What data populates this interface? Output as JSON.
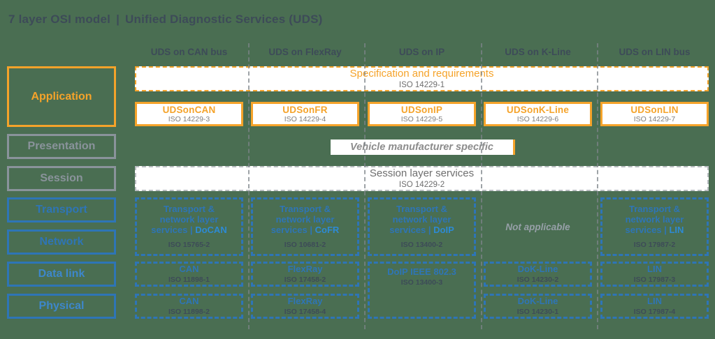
{
  "title": {
    "left": "7 layer OSI model",
    "separator": "|",
    "right": "Unified Diagnostic Services (UDS)"
  },
  "columns": [
    "UDS on CAN bus",
    "UDS on FlexRay",
    "UDS on IP",
    "UDS on K-Line",
    "UDS on LIN bus"
  ],
  "osi_layers": {
    "application": "Application",
    "presentation": "Presentation",
    "session": "Session",
    "transport": "Transport",
    "network": "Network",
    "datalink": "Data link",
    "physical": "Physical"
  },
  "spec_box": {
    "title": "Specification and requirements",
    "iso": "ISO 14229-1"
  },
  "uds_boxes": [
    {
      "title": "UDSonCAN",
      "iso": "ISO 14229-3"
    },
    {
      "title": "UDSonFR",
      "iso": "ISO 14229-4"
    },
    {
      "title": "UDSonIP",
      "iso": "ISO 14229-5"
    },
    {
      "title": "UDSonK-Line",
      "iso": "ISO 14229-6"
    },
    {
      "title": "UDSonLIN",
      "iso": "ISO 14229-7"
    }
  ],
  "vehicle_box": {
    "label": "Vehicle manufacturer specific"
  },
  "session_box": {
    "title": "Session layer services",
    "iso": "ISO 14229-2"
  },
  "transport_row": [
    {
      "line1": "Transport &",
      "line2": "network layer",
      "line3_prefix": "services |",
      "accent": "DoCAN",
      "iso": "ISO 15765-2"
    },
    {
      "line1": "Transport &",
      "line2": "network layer",
      "line3_prefix": "services |",
      "accent": "CoFR",
      "iso": "ISO 10681-2"
    },
    {
      "line1": "Transport &",
      "line2": "network layer",
      "line3_prefix": "services |",
      "accent": "DoIP",
      "iso": "ISO 13400-2"
    },
    {
      "na": "Not applicable"
    },
    {
      "line1": "Transport &",
      "line2": "network layer",
      "line3_prefix": "services |",
      "accent": "LIN",
      "iso": "ISO 17987-2"
    }
  ],
  "datalink_row": [
    {
      "title": "CAN",
      "iso": "ISO 11898-1"
    },
    {
      "title": "FlexRay",
      "iso": "ISO 17458-2"
    },
    {
      "title": "DoIP IEEE 802.3",
      "iso": "ISO 13400-3"
    },
    {
      "title": "DoK-Line",
      "iso": "ISO 14230-2"
    },
    {
      "title": "LIN",
      "iso": "ISO 17987-3"
    }
  ],
  "physical_row": [
    {
      "title": "CAN",
      "iso": "ISO 11898-2"
    },
    {
      "title": "FlexRay",
      "iso": "ISO 17458-4"
    },
    {
      "title": "DoK-Line",
      "iso": "ISO 14230-1"
    },
    {
      "title": "LIN",
      "iso": "ISO 17987-4"
    }
  ],
  "colors": {
    "background": "#4a6e52",
    "orange": "#f5a32a",
    "blue": "#2e75b6",
    "blue_accent": "#2d8ad4",
    "gray": "#8a939b",
    "slate_text": "#3d4b58"
  }
}
